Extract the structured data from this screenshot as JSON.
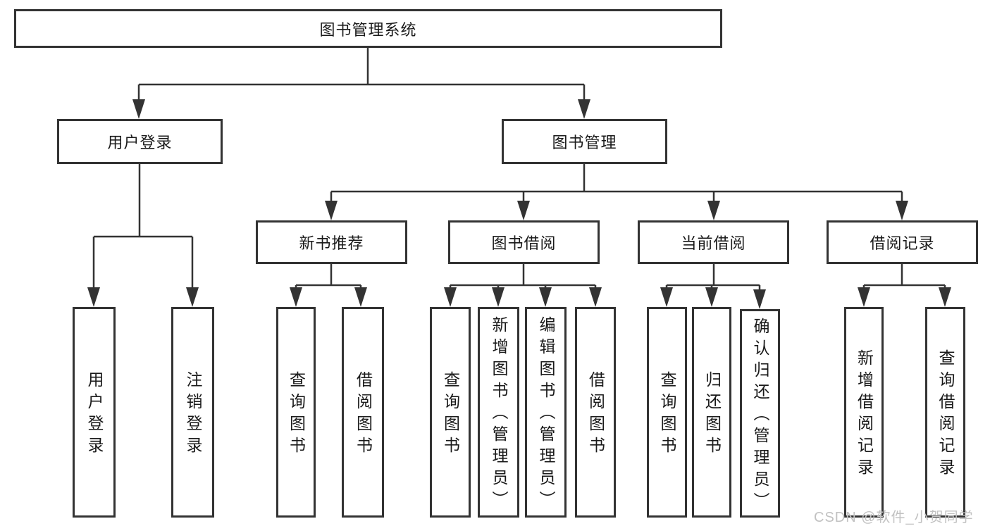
{
  "diagram": {
    "type": "hierarchy-tree",
    "tree": {
      "label": "图书管理系统",
      "children": [
        {
          "label": "用户登录",
          "children": [
            {
              "label": "用户登录"
            },
            {
              "label": "注销登录"
            }
          ]
        },
        {
          "label": "图书管理",
          "children": [
            {
              "label": "新书推荐",
              "children": [
                {
                  "label": "查询图书"
                },
                {
                  "label": "借阅图书"
                }
              ]
            },
            {
              "label": "图书借阅",
              "children": [
                {
                  "label": "查询图书"
                },
                {
                  "label": "新增图书（管理员）"
                },
                {
                  "label": "编辑图书（管理员）"
                },
                {
                  "label": "借阅图书"
                }
              ]
            },
            {
              "label": "当前借阅",
              "children": [
                {
                  "label": "查询图书"
                },
                {
                  "label": "归还图书"
                },
                {
                  "label": "确认归还（管理员）"
                }
              ]
            },
            {
              "label": "借阅记录",
              "children": [
                {
                  "label": "新增借阅记录"
                },
                {
                  "label": "查询借阅记录"
                }
              ]
            }
          ]
        }
      ]
    },
    "colors": {
      "line": "#333333",
      "box_border": "#333333",
      "text": "#1a1a1a",
      "background": "#ffffff",
      "watermark": "#c2c2c2"
    }
  },
  "watermark": {
    "text": "CSDN @软件_小贺同学"
  }
}
